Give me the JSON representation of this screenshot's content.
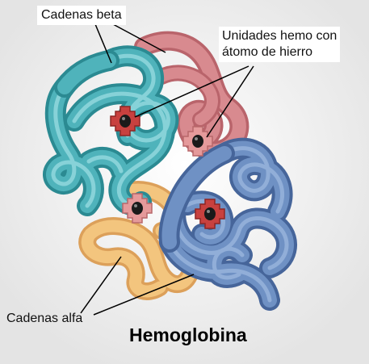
{
  "title": "Hemoglobina",
  "labels": {
    "beta_chains": "Cadenas beta",
    "heme_units_line1": "Unidades hemo con",
    "heme_units_line2": "átomo de hierro",
    "alpha_chains": "Cadenas alfa"
  },
  "colors": {
    "beta_teal": "#4fb3bb",
    "beta_pink": "#d88a8f",
    "alpha_orange": "#f3c57e",
    "alpha_blue": "#6f91c4",
    "heme_red": "#c8413f",
    "heme_pink": "#e59a9b",
    "iron_atom": "#1a1a1a"
  }
}
